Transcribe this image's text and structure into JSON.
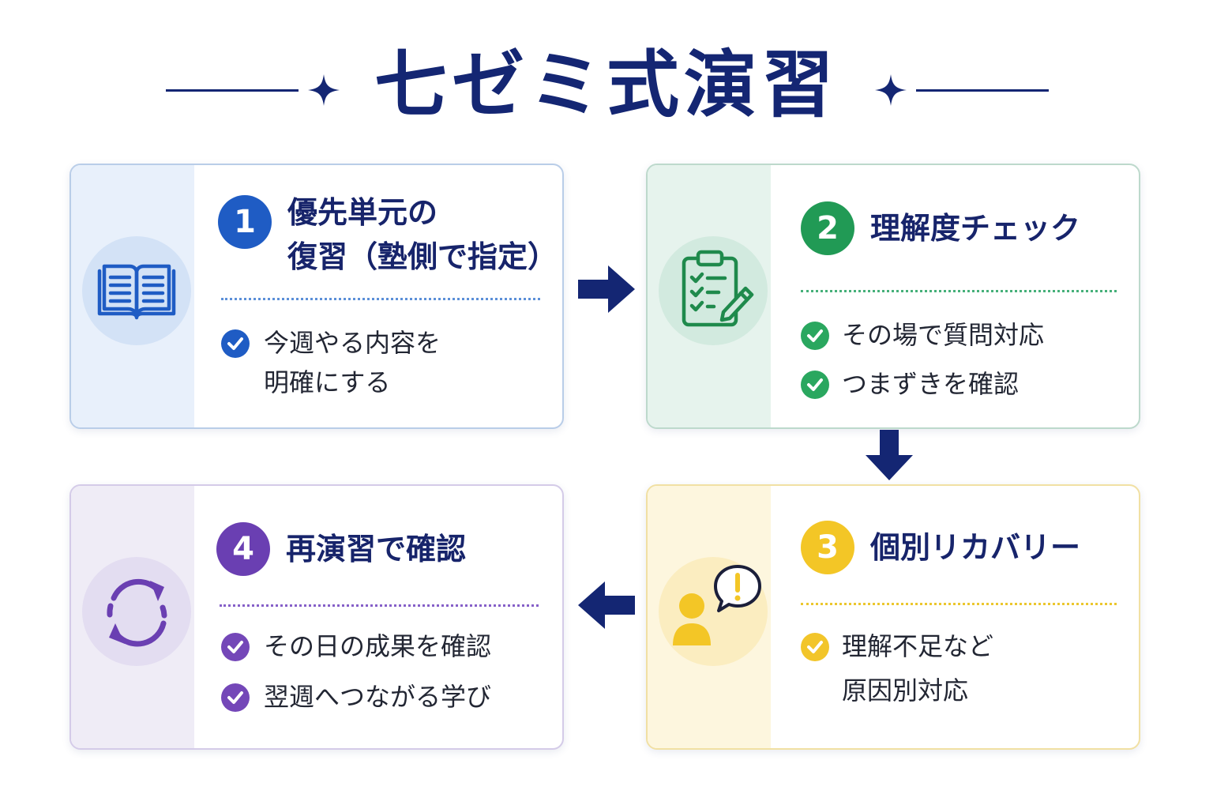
{
  "title": "七ゼミ式演習",
  "steps": [
    {
      "number": "1",
      "heading_lines": [
        "優先単元の",
        "復習（塾側で指定）"
      ],
      "icon": "open-book-icon",
      "bullets": [
        {
          "lines": [
            "今週やる内容を",
            "明確にする"
          ]
        }
      ]
    },
    {
      "number": "2",
      "heading_lines": [
        "理解度チェック"
      ],
      "icon": "clipboard-checklist-icon",
      "bullets": [
        {
          "lines": [
            "その場で質問対応"
          ]
        },
        {
          "lines": [
            "つまずきを確認"
          ]
        }
      ]
    },
    {
      "number": "3",
      "heading_lines": [
        "個別リカバリー"
      ],
      "icon": "person-alert-icon",
      "bullets": [
        {
          "lines": [
            "理解不足など",
            "原因別対応"
          ]
        }
      ]
    },
    {
      "number": "4",
      "heading_lines": [
        "再演習で確認"
      ],
      "icon": "refresh-cycle-icon",
      "bullets": [
        {
          "lines": [
            "その日の成果を確認"
          ]
        },
        {
          "lines": [
            "翌週へつながる学び"
          ]
        }
      ]
    }
  ],
  "colors": {
    "title": "#142673",
    "step1": "#1f5cc4",
    "step2": "#219a55",
    "step3": "#f3c626",
    "step4": "#6a3fb2",
    "arrow": "#142673"
  }
}
